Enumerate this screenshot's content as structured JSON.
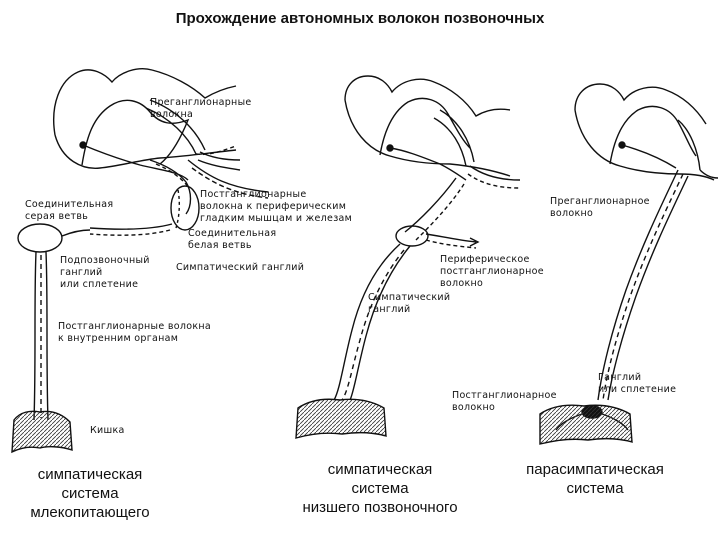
{
  "title": "Прохождение автономных волокон позвоночных",
  "panels": [
    {
      "caption": [
        "симпатическая",
        "система",
        "млекопитающего"
      ],
      "labels": {
        "pregang1": "Преганглионарные",
        "pregang2": "волокна",
        "grey1": "Соединительная",
        "grey2": "серая   ветвь",
        "postperiph1": "Постганглионарные",
        "postperiph2": "волокна к периферическим",
        "postperiph3": "гладким мышцам и железам",
        "white1": "Соединительная",
        "white2": "белая   ветвь",
        "symgang": "Симпатический ганглий",
        "sub1": "Подпозвоночный",
        "sub2": "ганглий",
        "sub3": "или сплетение",
        "postorg1": "Постганглионарные волокна",
        "postorg2": "к внутренним органам",
        "gut": "Кишка"
      }
    },
    {
      "caption": [
        "симпатическая",
        "система",
        "низшего позвоночного"
      ],
      "labels": {
        "periph1": "Периферическое",
        "periph2": "постганглионарное",
        "periph3": "волокно",
        "symgang1": "Симпатический",
        "symgang2": "ганглий"
      }
    },
    {
      "caption": [
        "парасимпатическая",
        "система"
      ],
      "labels": {
        "pre1": "Преганглионарное",
        "pre2": "волокно",
        "gang1": "Ганглий",
        "gang2": "или сплетение",
        "post1": "Постганглионарное",
        "post2": "волокно"
      }
    }
  ]
}
